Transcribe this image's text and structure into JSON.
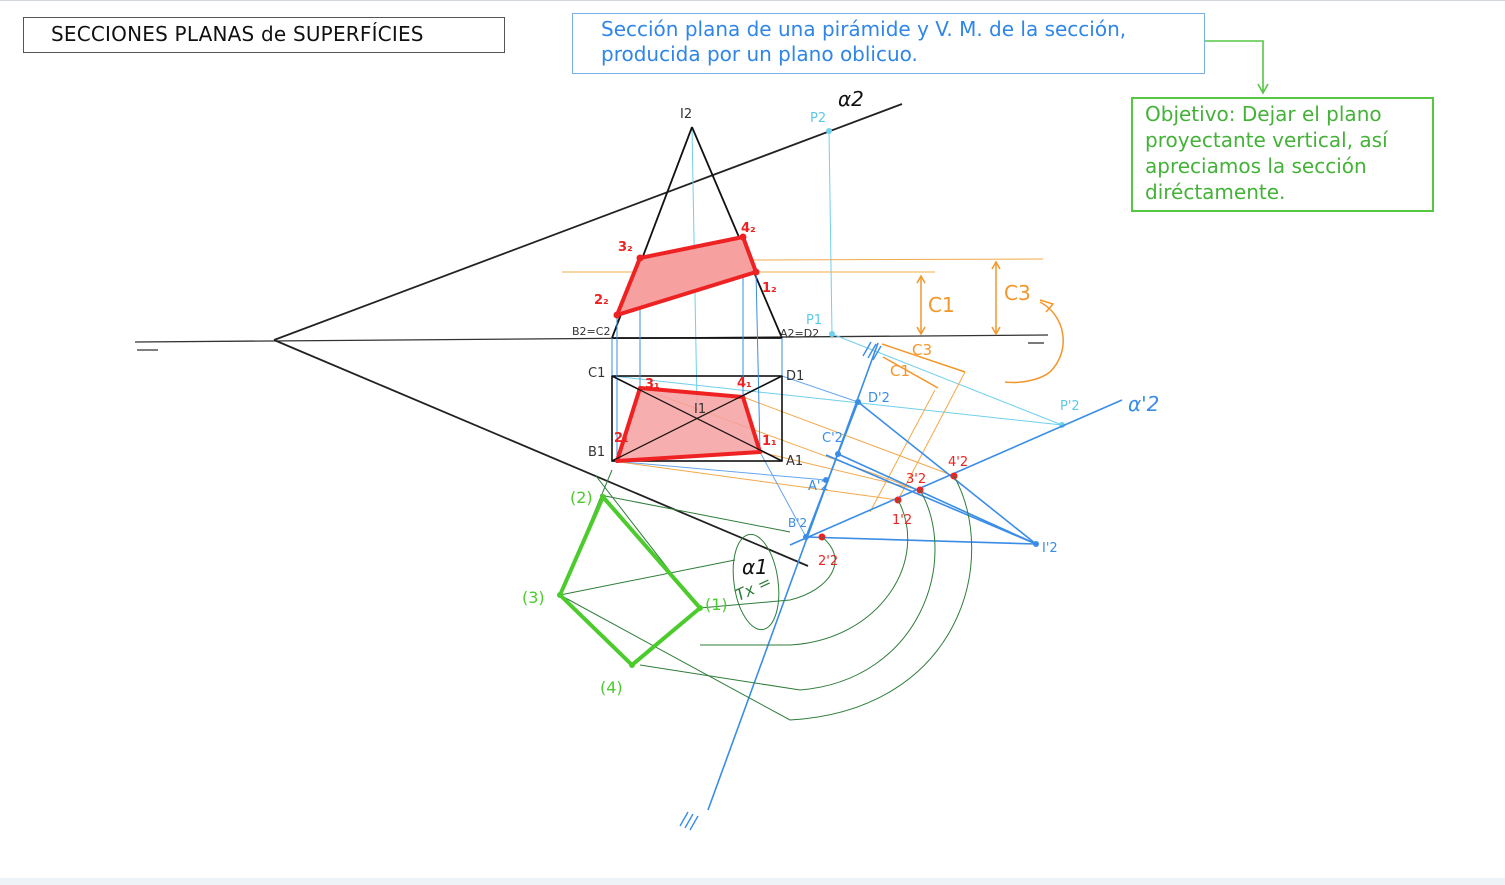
{
  "title": "SECCIONES PLANAS de SUPERFÍCIES",
  "subtitle": {
    "line1": "Sección plana de una pirámide y V. M. de la sección,",
    "line2": "producida por un plano oblicuo."
  },
  "objective": "Objetivo: Dejar el plano proyectante vertical, así apreciamos la sección diréctamente.",
  "colors": {
    "construction": "#222222",
    "section": "#ee2222",
    "section_fill": "#f6a0a0",
    "blue": "#3a8de6",
    "cyan": "#5fc8e8",
    "orange": "#f3962a",
    "green": "#4ccc2c",
    "dark_green": "#2e7d3a"
  },
  "labels": {
    "alpha2": "α2",
    "alpha1": "α1",
    "alpha2p": "α'2",
    "I2": "I2",
    "P2": "P2",
    "P1": "P1",
    "p3": "3₂",
    "p4": "4₂",
    "p1": "1₂",
    "p2": "2₂",
    "B2C2": "B2=C2",
    "A2D2": "A2=D2",
    "C1": "C1",
    "D1": "D1",
    "B1": "B1",
    "A1": "A1",
    "I1": "I1",
    "s3": "3₁",
    "s4": "4₁",
    "s2": "2₁",
    "s1": "1₁",
    "c1": "C1",
    "c3": "C3",
    "D2p": "D'2",
    "C2p": "C'2",
    "A2p": "A'2",
    "B2p": "B'2",
    "P2p": "P'2",
    "p4p": "4'2",
    "p3p": "3'2",
    "p1p": "1'2",
    "p2p": "2'2",
    "I2p": "I'2",
    "t2": "(2)",
    "t3": "(3)",
    "t1": "(1)",
    "t4": "(4)",
    "dim_c1": "C1",
    "dim_c3": "C3",
    "tx": "Tx ="
  }
}
